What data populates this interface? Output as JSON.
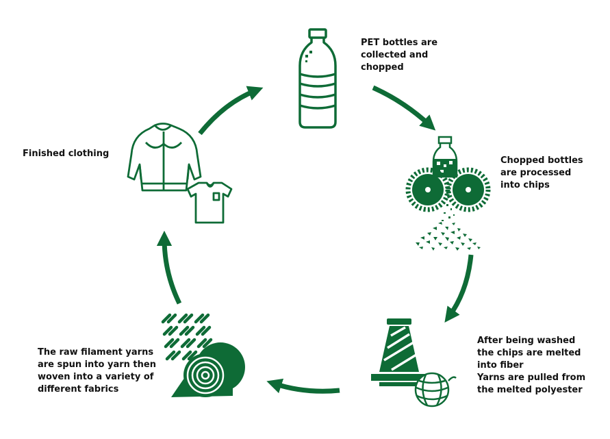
{
  "theme": {
    "accent": "#0e6b36",
    "text": "#111111",
    "background": "#ffffff"
  },
  "steps": [
    {
      "id": "collect",
      "icon": "pet-bottle-icon",
      "lines": [
        "PET bottles are",
        "collected and",
        "chopped"
      ]
    },
    {
      "id": "chips",
      "icon": "bottle-shredder-icon",
      "lines": [
        "Chopped bottles",
        "are processed",
        "into chips"
      ]
    },
    {
      "id": "fiber",
      "icon": "yarn-spool-icon",
      "lines": [
        "After being washed",
        "the chips are melted",
        "into fiber",
        "Yarns are pulled from",
        "the melted polyester"
      ]
    },
    {
      "id": "fabric",
      "icon": "fabric-roll-icon",
      "lines": [
        "The raw filament yarns",
        "are spun into yarn then",
        "woven into a variety of",
        "different fabrics"
      ]
    },
    {
      "id": "clothing",
      "icon": "clothing-icon",
      "lines": [
        "Finished clothing"
      ]
    }
  ]
}
